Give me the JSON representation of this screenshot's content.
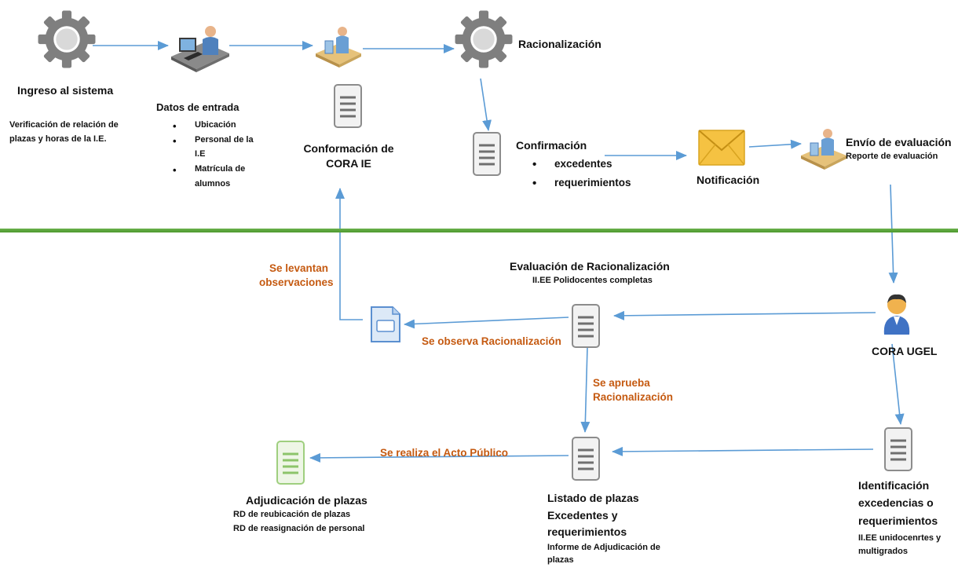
{
  "top": {
    "ingreso": {
      "title": "Ingreso al sistema",
      "desc": [
        "Verificación de relación de",
        "plazas y horas de la I.E."
      ]
    },
    "datos": {
      "title": "Datos de entrada",
      "items": [
        "Ubicación",
        "Personal de la",
        "I.E",
        "Matrícula de",
        "alumnos"
      ]
    },
    "conformacion": [
      "Conformación de",
      "CORA IE"
    ],
    "racionalizacion": "Racionalización",
    "confirmacion": {
      "title": "Confirmación",
      "items": [
        "excedentes",
        "requerimientos"
      ]
    },
    "notificacion": "Notificación",
    "envio": {
      "title": "Envío de evaluación",
      "sub": "Reporte de evaluación"
    }
  },
  "bottom": {
    "evaluacion": {
      "title": "Evaluación de Racionalización",
      "sub": "II.EE Polidocentes completas"
    },
    "levantan": [
      "Se levantan",
      "observaciones"
    ],
    "observa": "Se observa Racionalización",
    "aprueba": [
      "Se aprueba",
      "Racionalización"
    ],
    "cora_ugel": "CORA UGEL",
    "acto": "Se realiza el  Acto Público",
    "adjudicacion": {
      "title": "Adjudicación de plazas",
      "lines": [
        "RD de reubicación de plazas",
        "RD de reasignación de personal"
      ]
    },
    "listado": {
      "title": [
        "Listado de plazas",
        "Excedentes y",
        "requerimientos"
      ],
      "sub": [
        "Informe de Adjudicación de",
        "plazas"
      ]
    },
    "identificacion": {
      "title": [
        "Identificación",
        "excedencias o",
        "requerimientos"
      ],
      "sub": [
        "II.EE unidocenrtes y",
        "multigrados"
      ]
    }
  },
  "colors": {
    "arrow": "#5b9bd5",
    "divider": "#5aa43a",
    "orange": "#c55a11",
    "gear": "#7f7f7f",
    "envelope": "#f5c242"
  }
}
